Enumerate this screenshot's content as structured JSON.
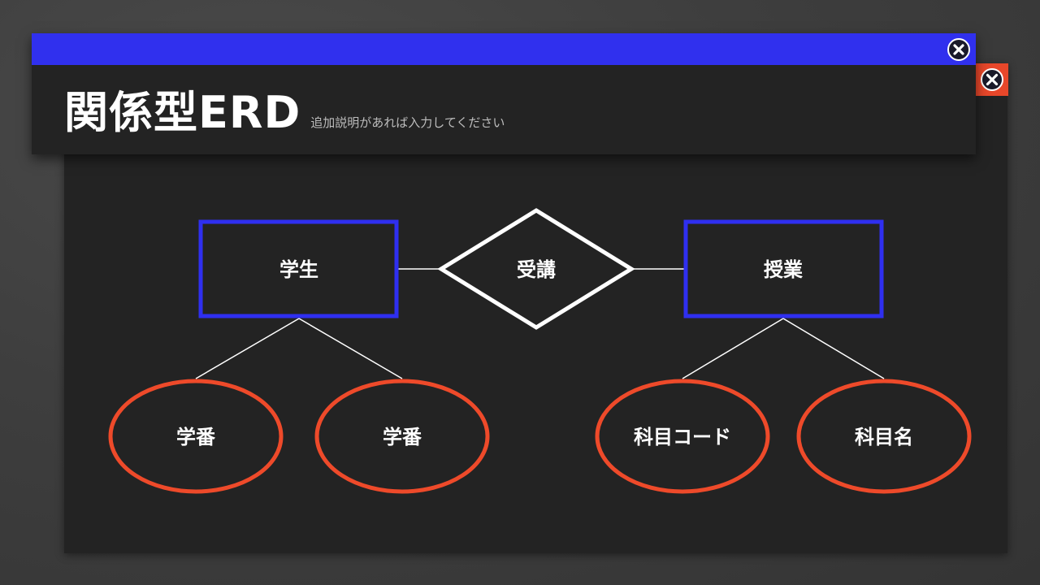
{
  "window": {
    "title": "関係型ERD",
    "subtitle": "追加説明があれば入力してください"
  },
  "icons": {
    "front_close": "close-circle-icon",
    "back_close": "close-circle-icon"
  },
  "colors": {
    "header_bar": "#3030ee",
    "entity_border": "#2f2ff0",
    "attribute_border": "#ee4a2a",
    "relationship_border": "#ffffff",
    "back_close_bg": "#e8472a",
    "panel_bg": "#232323"
  },
  "diagram": {
    "entities": [
      {
        "id": "student",
        "label": "学生"
      },
      {
        "id": "class",
        "label": "授業"
      }
    ],
    "relationship": {
      "id": "enroll",
      "label": "受講"
    },
    "attributes": [
      {
        "entity": "student",
        "label": "学番"
      },
      {
        "entity": "student",
        "label": "学番"
      },
      {
        "entity": "class",
        "label": "科目コード"
      },
      {
        "entity": "class",
        "label": "科目名"
      }
    ]
  }
}
